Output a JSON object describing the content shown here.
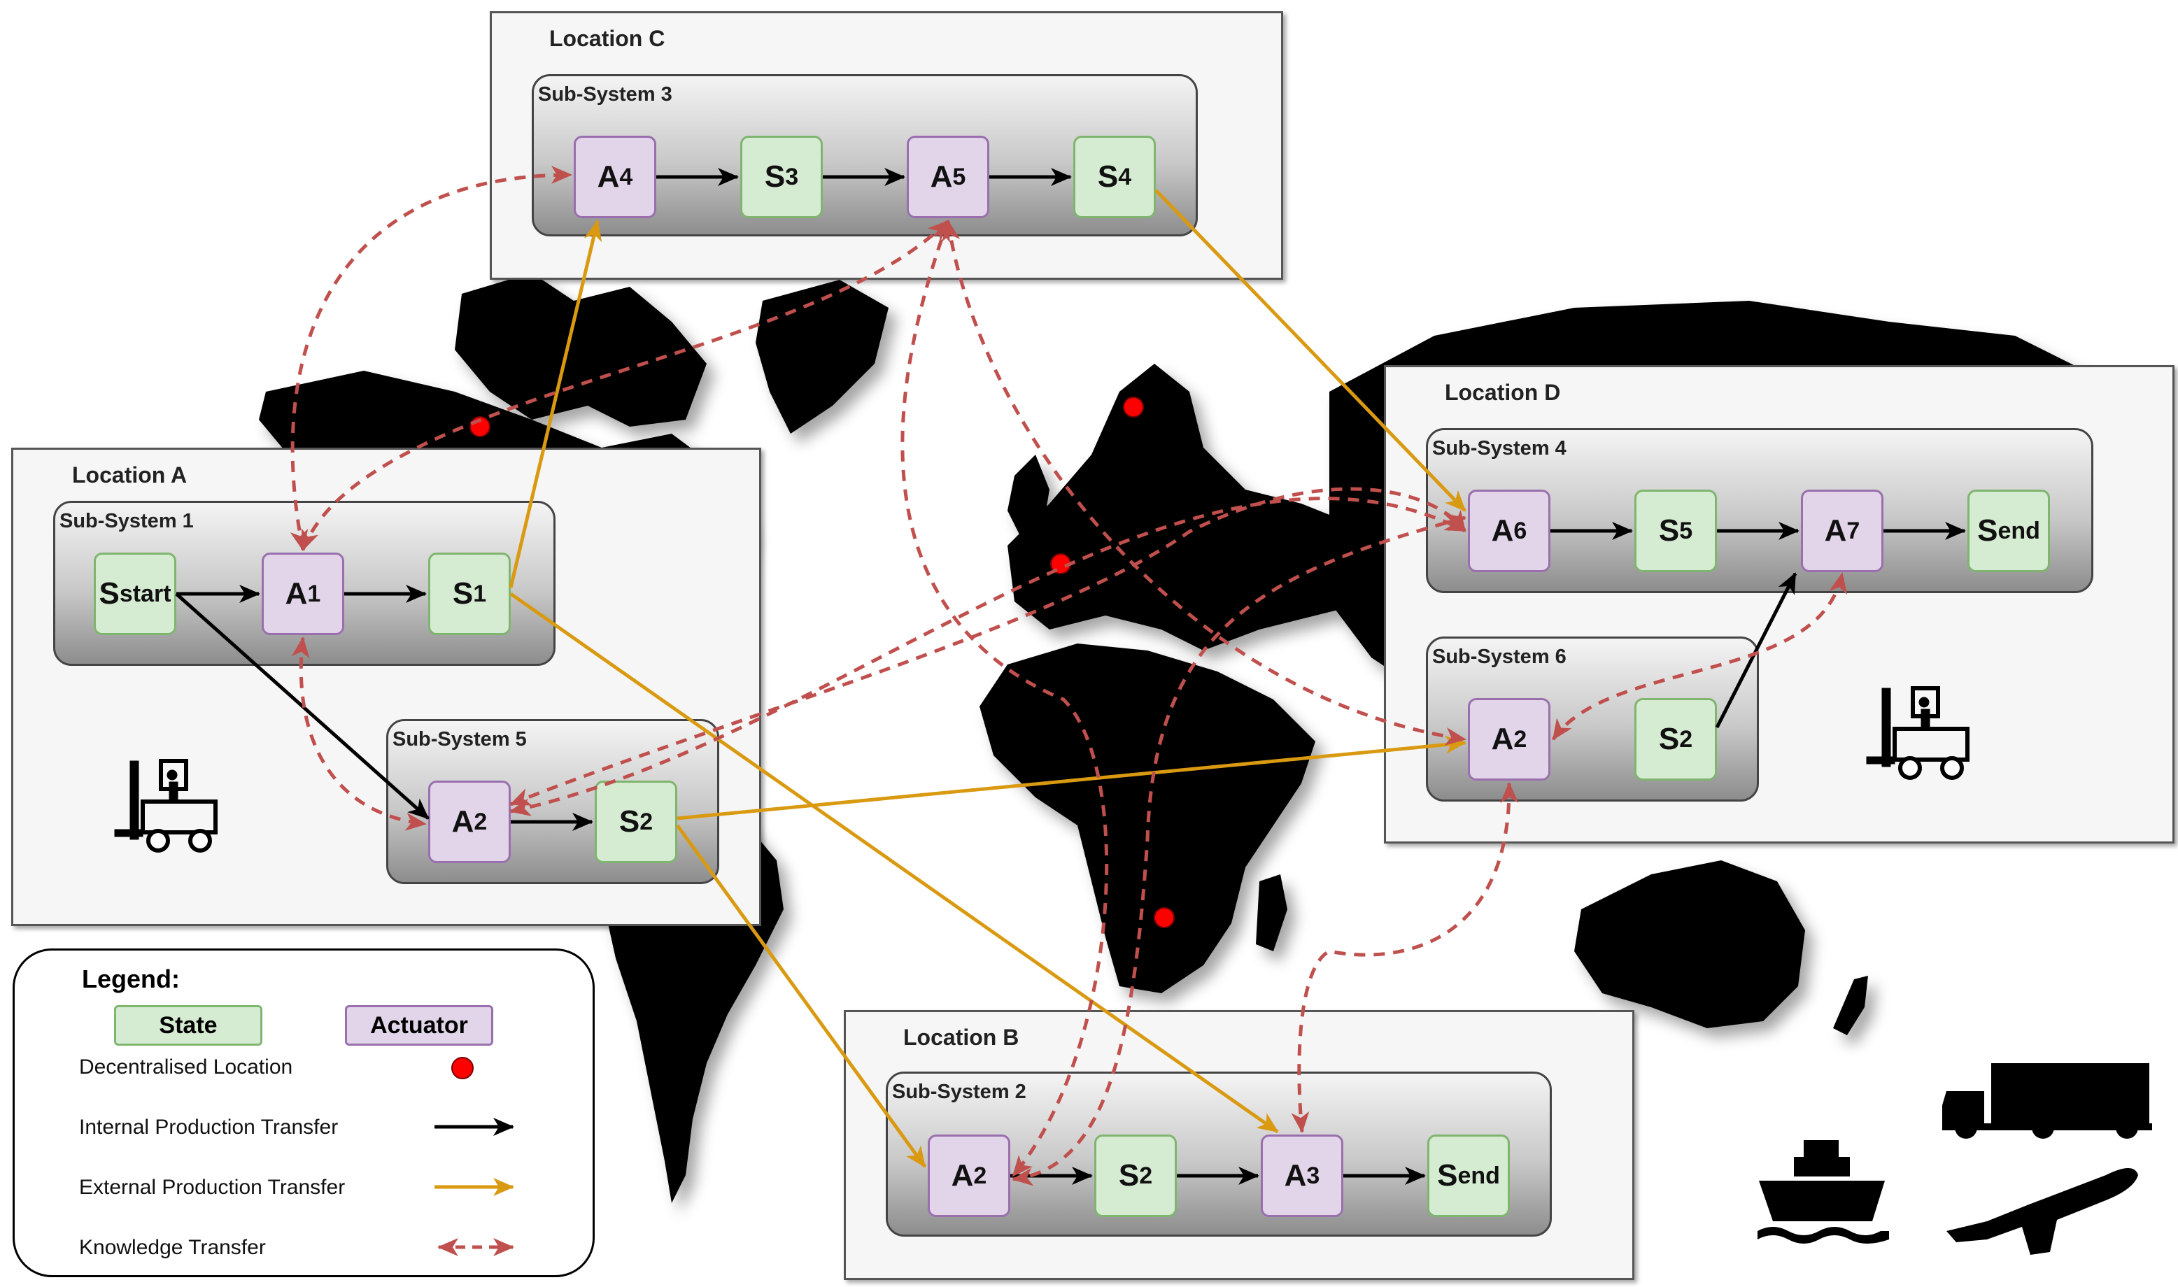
{
  "locations": {
    "a": "Location A",
    "b": "Location B",
    "c": "Location C",
    "d": "Location D"
  },
  "subsystems": {
    "s1": "Sub-System 1",
    "s2": "Sub-System 2",
    "s3": "Sub-System 3",
    "s4": "Sub-System 4",
    "s5": "Sub-System 5",
    "s6": "Sub-System 6"
  },
  "nodes": {
    "start": {
      "base": "S",
      "sub": "start"
    },
    "a1": {
      "base": "A",
      "sub": "1"
    },
    "s1": {
      "base": "S",
      "sub": "1"
    },
    "ss5_a2": {
      "base": "A",
      "sub": "2"
    },
    "ss5_s2": {
      "base": "S",
      "sub": "2"
    },
    "a4": {
      "base": "A",
      "sub": "4"
    },
    "s3": {
      "base": "S",
      "sub": "3"
    },
    "a5": {
      "base": "A",
      "sub": "5"
    },
    "s4": {
      "base": "S",
      "sub": "4"
    },
    "a6": {
      "base": "A",
      "sub": "6"
    },
    "s5": {
      "base": "S",
      "sub": "5"
    },
    "a7": {
      "base": "A",
      "sub": "7"
    },
    "d_end": {
      "base": "S",
      "sub": "end"
    },
    "ss6_a2": {
      "base": "A",
      "sub": "2"
    },
    "ss6_s2": {
      "base": "S",
      "sub": "2"
    },
    "ss2_a2": {
      "base": "A",
      "sub": "2"
    },
    "ss2_s2": {
      "base": "S",
      "sub": "2"
    },
    "a3": {
      "base": "A",
      "sub": "3"
    },
    "b_end": {
      "base": "S",
      "sub": "end"
    }
  },
  "legend": {
    "title": "Legend:",
    "state": "State",
    "actuator": "Actuator",
    "location": "Decentralised Location",
    "internal": "Internal Production Transfer",
    "external": "External Production Transfer",
    "knowledge": "Knowledge Transfer"
  },
  "colors": {
    "state_fill": "#d6ecd2",
    "state_border": "#7fb56f",
    "actuator_fill": "#e2d5e9",
    "actuator_border": "#9a6fae",
    "internal": "#000000",
    "external": "#d99a12",
    "knowledge": "#c0504d",
    "location_dot": "#ff0000"
  }
}
